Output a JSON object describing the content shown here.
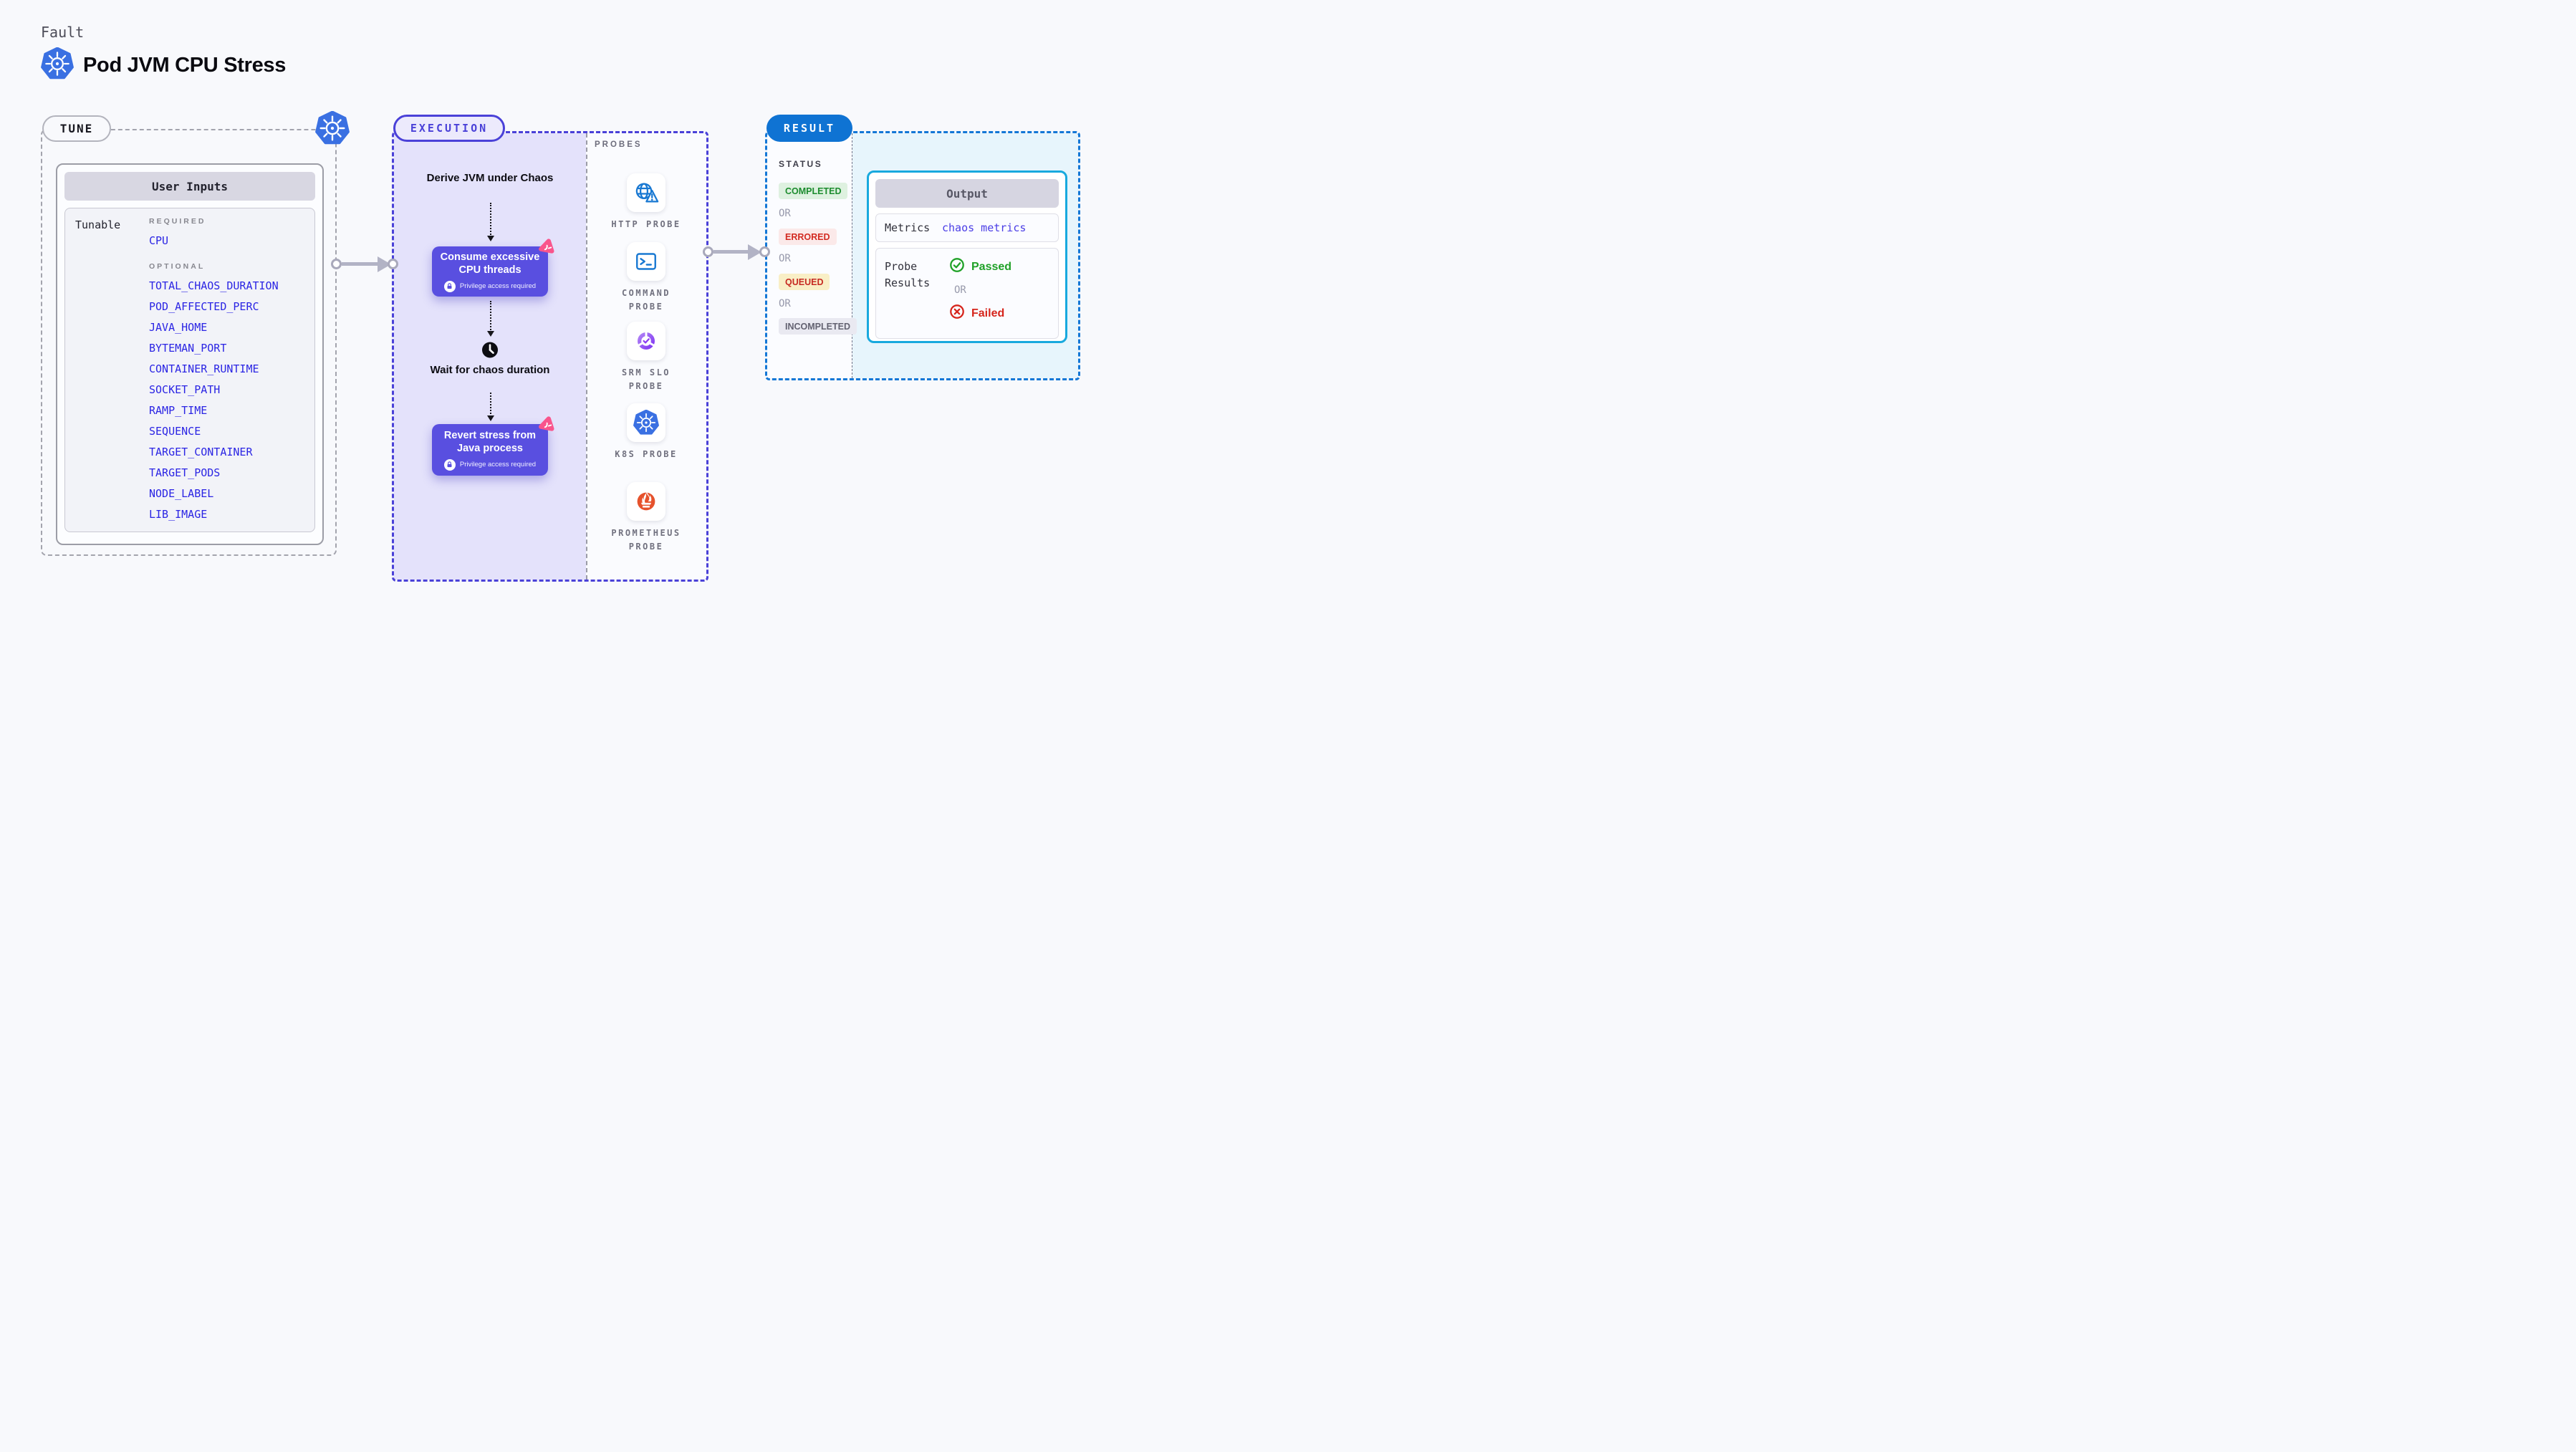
{
  "header": {
    "kicker": "Fault",
    "title": "Pod JVM CPU Stress"
  },
  "tune": {
    "label": "TUNE",
    "panel_title": "User Inputs",
    "row_label": "Tunable",
    "required_label": "REQUIRED",
    "optional_label": "OPTIONAL",
    "required_params": [
      "CPU"
    ],
    "optional_params": [
      "TOTAL_CHAOS_DURATION",
      "POD_AFFECTED_PERC",
      "JAVA_HOME",
      "BYTEMAN_PORT",
      "CONTAINER_RUNTIME",
      "SOCKET_PATH",
      "RAMP_TIME",
      "SEQUENCE",
      "TARGET_CONTAINER",
      "TARGET_PODS",
      "NODE_LABEL",
      "LIB_IMAGE"
    ]
  },
  "execution": {
    "label": "EXECUTION",
    "step_derive": "Derive JVM under Chaos",
    "fault_consume": "Consume excessive CPU threads",
    "step_wait": "Wait for chaos duration",
    "fault_revert": "Revert stress from Java process",
    "privilege_note": "Privilege access required"
  },
  "probes": {
    "label": "PROBES",
    "items": [
      {
        "label": "HTTP PROBE",
        "icon": "http-probe-icon"
      },
      {
        "label": "COMMAND PROBE",
        "icon": "command-probe-icon"
      },
      {
        "label": "SRM SLO PROBE",
        "icon": "srm-slo-probe-icon"
      },
      {
        "label": "K8S PROBE",
        "icon": "k8s-probe-icon"
      },
      {
        "label": "PROMETHEUS PROBE",
        "icon": "prometheus-probe-icon"
      }
    ]
  },
  "result": {
    "label": "RESULT",
    "status_label": "STATUS",
    "or": "OR",
    "statuses": [
      {
        "text": "COMPLETED",
        "fg": "#1c8c2e",
        "bg": "#def1e0"
      },
      {
        "text": "ERRORED",
        "fg": "#d32b22",
        "bg": "#fbe9e9"
      },
      {
        "text": "QUEUED",
        "fg": "#c62a22",
        "bg": "#f9efc6"
      },
      {
        "text": "INCOMPLETED",
        "fg": "#636271",
        "bg": "#e9e9f1"
      }
    ],
    "output": {
      "title": "Output",
      "metrics_label": "Metrics",
      "metrics_value": "chaos metrics",
      "probe_results_label": "Probe Results",
      "passed": "Passed",
      "or": "OR",
      "failed": "Failed"
    }
  },
  "colors": {
    "accent_indigo": "#4a41d8",
    "accent_blue": "#0f73d3",
    "accent_cyan": "#18a9de",
    "fault_box_purple": "#594fe0",
    "k8s_blue": "#3a70e2",
    "probe_icon_blue": "#1878d2",
    "passed_green": "#1fa127",
    "failed_red": "#d6251c",
    "prometheus_orange": "#e6522c",
    "spark_pink": "#f9558c"
  }
}
